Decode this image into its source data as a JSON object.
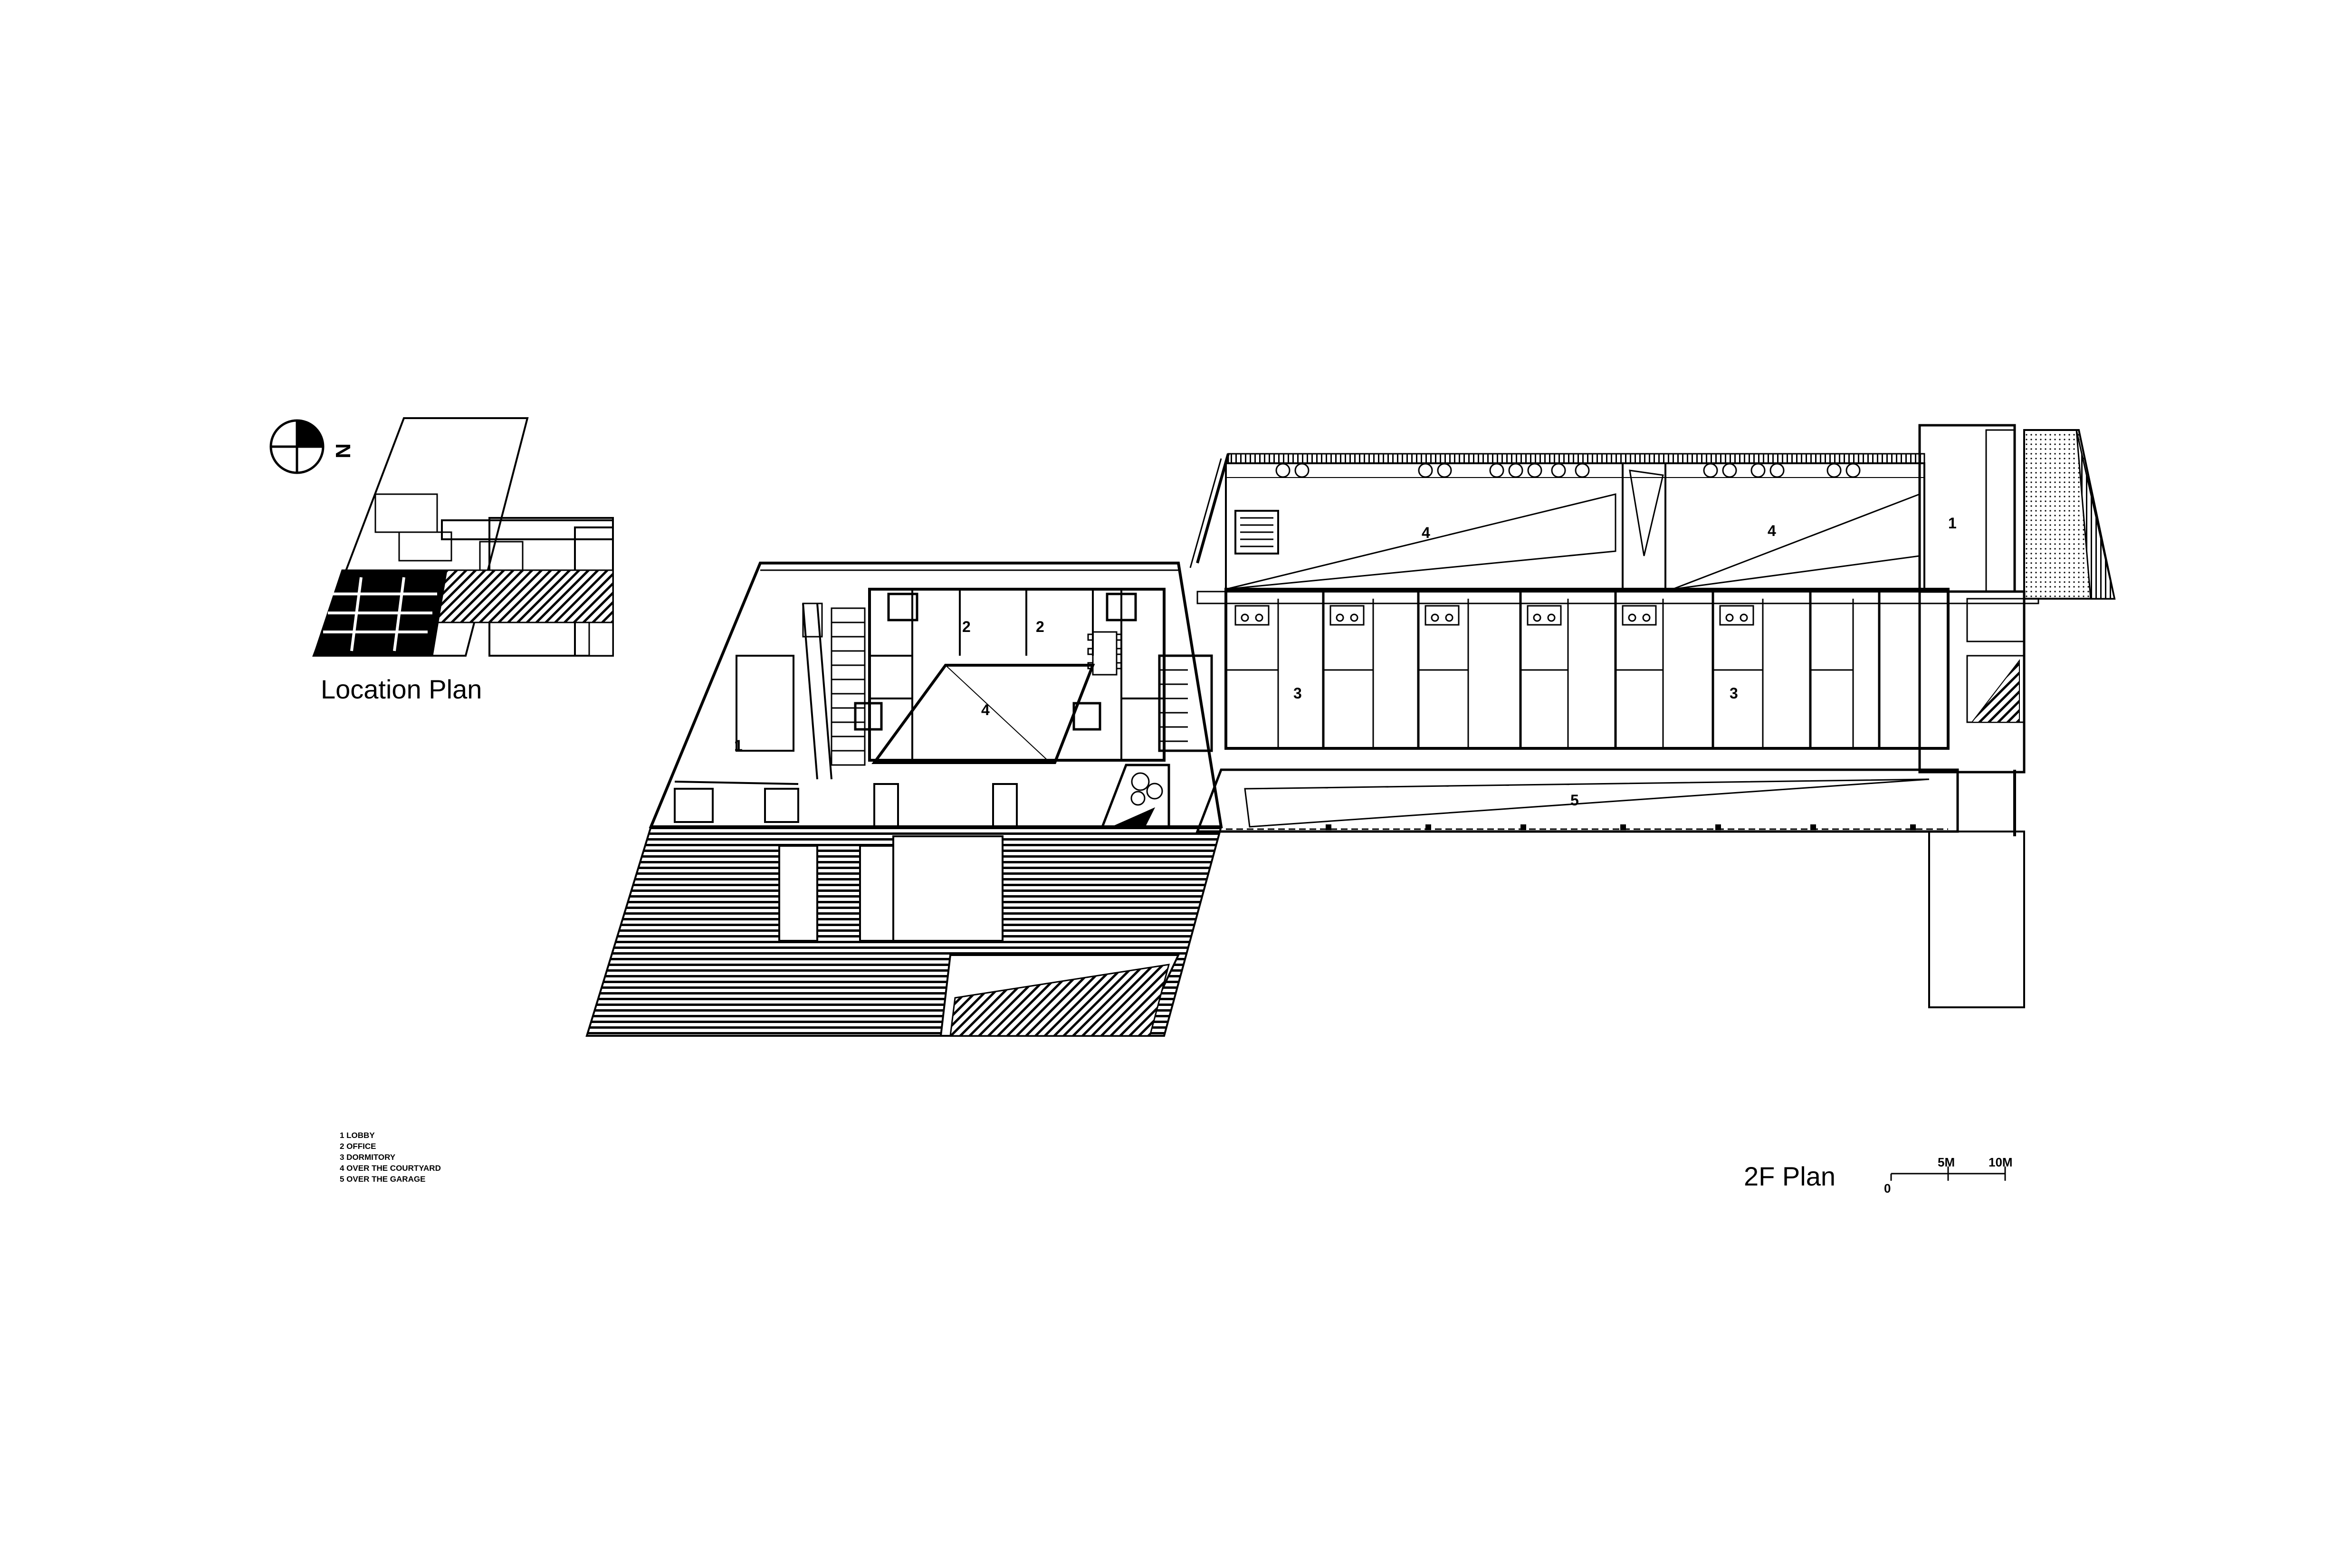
{
  "location_plan": {
    "title": "Location Plan",
    "north_label": "N"
  },
  "plan": {
    "title": "2F Plan"
  },
  "rooms": [
    {
      "id": "lobby-west",
      "label": "1"
    },
    {
      "id": "lobby-east",
      "label": "1"
    },
    {
      "id": "office-a",
      "label": "2"
    },
    {
      "id": "office-b",
      "label": "2"
    },
    {
      "id": "dorm-a",
      "label": "3"
    },
    {
      "id": "dorm-b",
      "label": "3"
    },
    {
      "id": "courtyard-center",
      "label": "4"
    },
    {
      "id": "courtyard-north-a",
      "label": "4"
    },
    {
      "id": "courtyard-north-b",
      "label": "4"
    },
    {
      "id": "garage",
      "label": "5"
    }
  ],
  "legend": [
    "1 LOBBY",
    "2 OFFICE",
    "3 DORMITORY",
    "4 OVER THE COURTYARD",
    "5 OVER THE GARAGE"
  ],
  "scale_bar": {
    "ticks": [
      "0",
      "5M",
      "10M"
    ]
  }
}
